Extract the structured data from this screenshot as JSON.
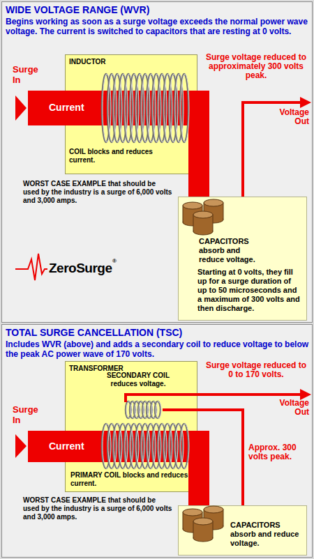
{
  "diagram": {
    "nodes": [
      {
        "text": [
          "WIDE VOLTAGE RANGE (WVR)",
          "Begins working as soon as a surge voltage exceeds the normal power wave voltage. The current is switched to capacitors that are resting at 0 volts."
        ]
      },
      {
        "text": [
          "INDUCTOR",
          "COIL blocks and reduces current."
        ],
        "in": 0
      },
      {
        "text": [
          "CAPACITORS absorb and reduce voltage.",
          "Starting at 0 volts, they fill up for a surge duration of up to 50 microseconds and a maximum of 300 volts and then discharge."
        ],
        "in": 0
      },
      {
        "text": [
          "TOTAL SURGE CANCELLATION (TSC)",
          "Includes WVR (above) and adds a secondary coil to reduce voltage to below the peak AC power wave of 170 volts."
        ]
      },
      {
        "text": [
          "TRANSFORMER",
          "SECONDARY COIL reduces voltage.",
          "PRIMARY COIL blocks and reduces current."
        ],
        "in": 3
      },
      {
        "text": [
          "CAPACITORS absorb and reduce voltage."
        ],
        "in": 3
      }
    ],
    "edges": [
      {
        "from": 1,
        "to": 2,
        "arrow": "none"
      },
      {
        "from": 4,
        "to": 5,
        "arrow": "none"
      },
      {
        "from": 5,
        "to": 4,
        "label": "Approx. 300 volts peak.",
        "arrow": "none"
      }
    ],
    "labels": [
      "Surge In",
      "Current",
      "Surge voltage reduced to approximately 300 volts peak.",
      "Voltage Out",
      "WORST CASE EXAMPLE that should be used by the industry is a surge of 6,000 volts and 3,000 amps.",
      "ZeroSurge",
      "®",
      "Surge In",
      "Current",
      "Surge voltage reduced to 0 to 170 volts.",
      "Voltage Out",
      "WORST CASE EXAMPLE that should be used by the industry is a surge of 6,000 volts and 3,000 amps."
    ]
  }
}
